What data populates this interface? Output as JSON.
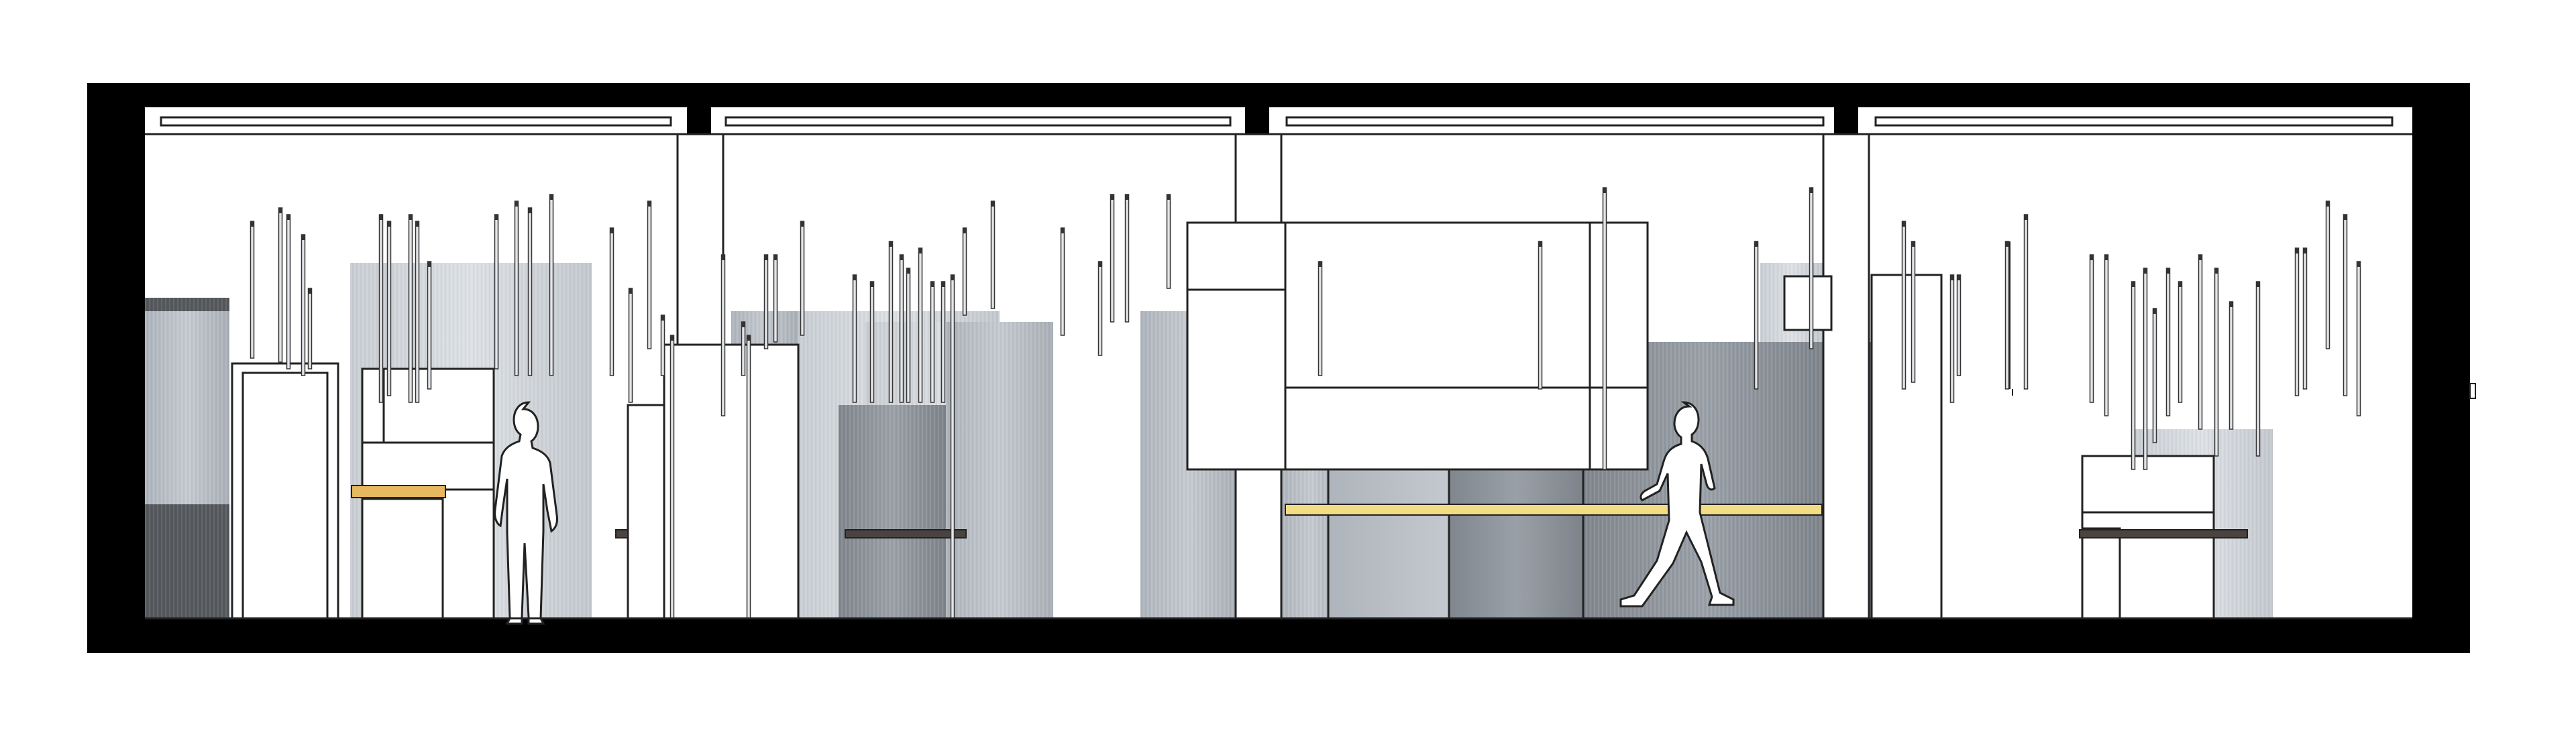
{
  "drawing": {
    "type": "architectural-section-elevation",
    "colors": {
      "frame": "#000000",
      "wall": "#ffffff",
      "line": "#222222",
      "panel_light": "#d3d7dc",
      "panel_mid": "#b9bfc6",
      "panel_dark": "#8f959c",
      "panel_darkest": "#55585c",
      "accent_yellow": "#f2dc84",
      "accent_wood": "#e6b860",
      "shelf_dark": "#4a4340",
      "figure": "#ffffff"
    },
    "figures": [
      "standing-person",
      "walking-person"
    ],
    "bays": 4
  }
}
